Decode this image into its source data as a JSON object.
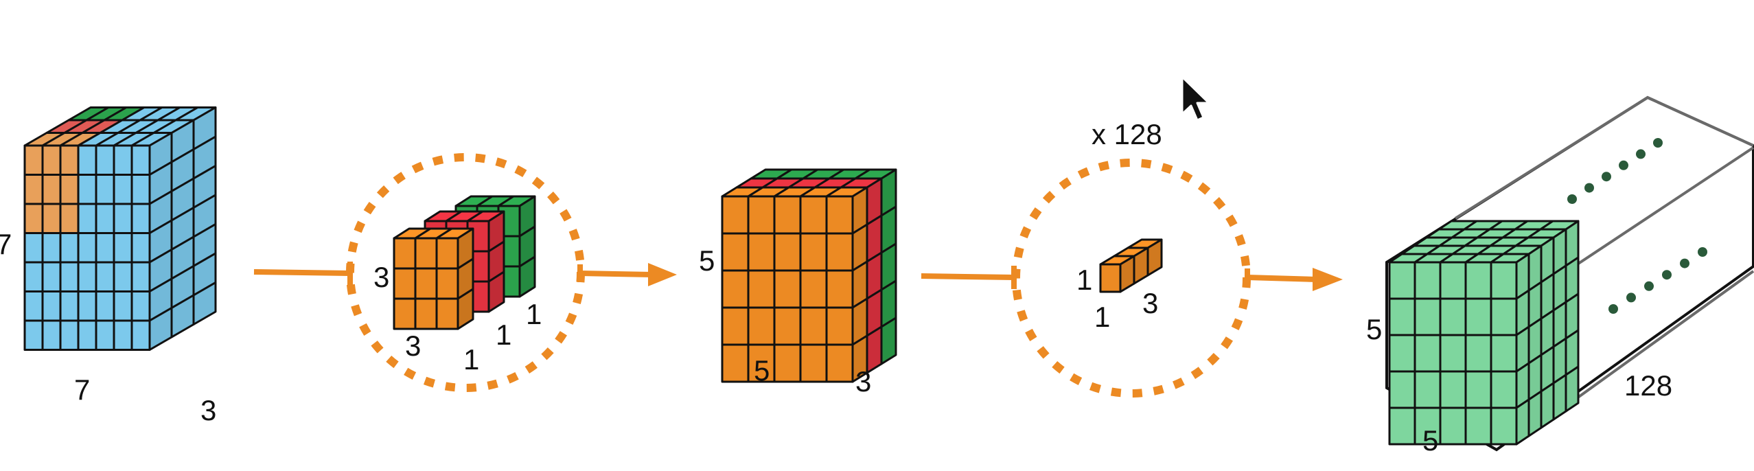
{
  "colors": {
    "blue": "#7cc9ec",
    "orange": "#ec8a23",
    "red": "#e23240",
    "green": "#2ba24c",
    "light_green": "#7ed69e",
    "tint_orange": "#e8a05a",
    "tint_red": "#df5a55",
    "arrow": "#ec8a23",
    "line": "#111111",
    "box_edge": "#6a6a6a"
  },
  "labels": {
    "input_height": "7",
    "input_width": "7",
    "input_depth": "3",
    "dw_height": "3",
    "dw_width": "3",
    "dw_depth_orange": "1",
    "dw_depth_red": "1",
    "dw_depth_green": "1",
    "inter_height": "5",
    "inter_width": "5",
    "inter_depth": "3",
    "pw_count": "x 128",
    "pw_height": "1",
    "pw_width": "1",
    "pw_depth": "3",
    "out_height": "5",
    "out_width": "5",
    "out_depth": "128"
  },
  "icons": [
    "mouse-cursor-icon",
    "arrow-right-icon"
  ]
}
